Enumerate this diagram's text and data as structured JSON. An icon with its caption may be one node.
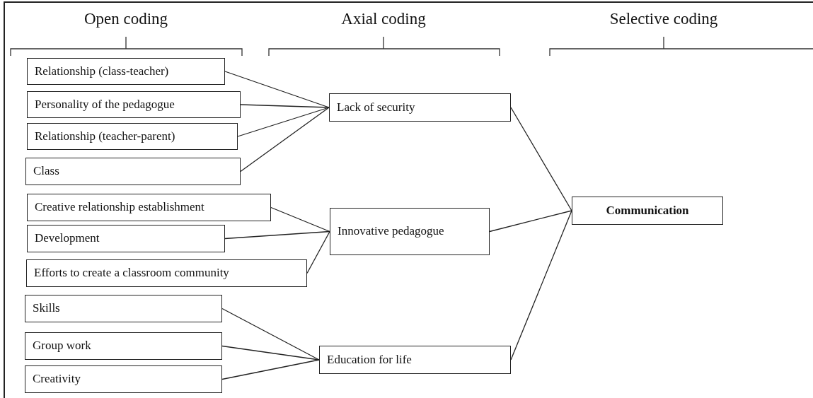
{
  "diagram": {
    "nodes": [
      {
        "text": [
          "Relationship (class-teacher)"
        ]
      },
      {
        "text": [
          "Personality of the pedagogue"
        ]
      },
      {
        "text": [
          "Relationship (teacher-parent)"
        ]
      },
      {
        "text": [
          "Class"
        ]
      },
      {
        "text": [
          "Creative relationship establishment"
        ]
      },
      {
        "text": [
          "Development"
        ]
      },
      {
        "text": [
          "Efforts to create a classroom community"
        ]
      },
      {
        "text": [
          "Skills"
        ]
      },
      {
        "text": [
          "Group work"
        ]
      },
      {
        "text": [
          "Creativity"
        ]
      },
      {
        "text": [
          "Lack of security"
        ]
      },
      {
        "text": [
          "Innovative pedagogue"
        ]
      },
      {
        "text": [
          "Education for life"
        ]
      },
      {
        "text": [
          "Communication"
        ]
      }
    ],
    "edges": [
      {
        "from": 0,
        "to": 10,
        "arrow": "none"
      },
      {
        "from": 1,
        "to": 10,
        "arrow": "none"
      },
      {
        "from": 2,
        "to": 10,
        "arrow": "none"
      },
      {
        "from": 3,
        "to": 10,
        "arrow": "none"
      },
      {
        "from": 4,
        "to": 11,
        "arrow": "none"
      },
      {
        "from": 5,
        "to": 11,
        "arrow": "none"
      },
      {
        "from": 6,
        "to": 11,
        "arrow": "none"
      },
      {
        "from": 7,
        "to": 12,
        "arrow": "none"
      },
      {
        "from": 8,
        "to": 12,
        "arrow": "none"
      },
      {
        "from": 9,
        "to": 12,
        "arrow": "none"
      },
      {
        "from": 10,
        "to": 13,
        "arrow": "none"
      },
      {
        "from": 11,
        "to": 13,
        "arrow": "none"
      },
      {
        "from": 12,
        "to": 13,
        "arrow": "none"
      }
    ],
    "labels": [
      "Open coding",
      "Axial coding",
      "Selective coding"
    ]
  }
}
